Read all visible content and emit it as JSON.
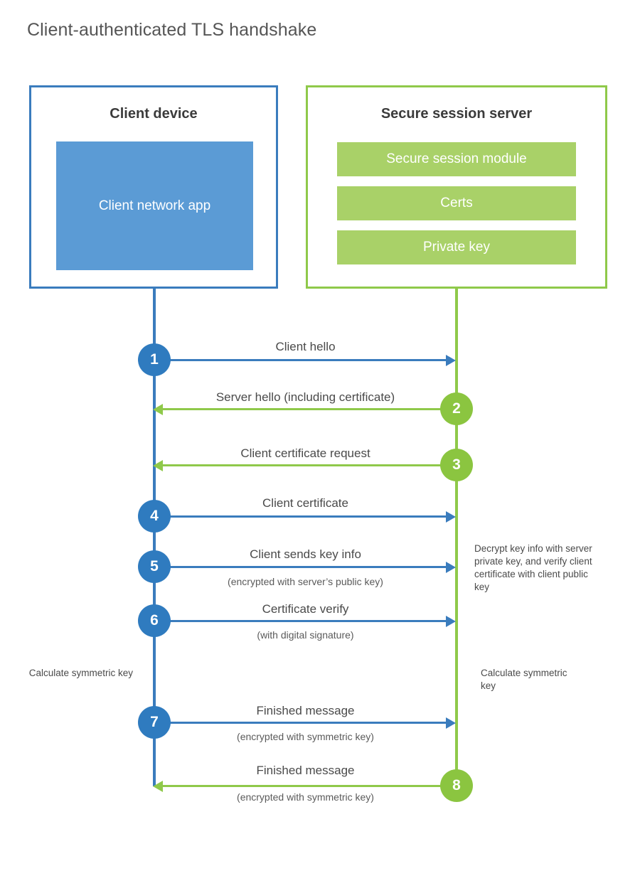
{
  "title": "Client-authenticated TLS handshake",
  "colors": {
    "client_blue": "#3a7cbd",
    "client_app_fill": "#5b9bd5",
    "client_step": "#2f7bbf",
    "server_green": "#8fc94a",
    "server_module_fill": "#a9d168",
    "server_step": "#8bc540",
    "text": "#4a4a4a",
    "title_text": "#555555",
    "background": "#ffffff"
  },
  "client": {
    "title": "Client device",
    "app_label": "Client network app"
  },
  "server": {
    "title": "Secure session server",
    "modules": [
      {
        "label": "Secure session module"
      },
      {
        "label": "Certs"
      },
      {
        "label": "Private key"
      }
    ]
  },
  "notes": {
    "server_decrypt": "Decrypt key info with server private key, and verify client certificate with client public key",
    "client_calculate": "Calculate symmetric key",
    "server_calculate": "Calculate symmetric key"
  },
  "steps": [
    {
      "number": "1",
      "label": "Client hello",
      "sub": "",
      "direction": "client-to-server",
      "color": "blue"
    },
    {
      "number": "2",
      "label": "Server hello (including certificate)",
      "sub": "",
      "direction": "server-to-client",
      "color": "green"
    },
    {
      "number": "3",
      "label": "Client certificate request",
      "sub": "",
      "direction": "server-to-client",
      "color": "green"
    },
    {
      "number": "4",
      "label": "Client certificate",
      "sub": "",
      "direction": "client-to-server",
      "color": "blue"
    },
    {
      "number": "5",
      "label": "Client sends key info",
      "sub": "(encrypted with server’s public key)",
      "direction": "client-to-server",
      "color": "blue"
    },
    {
      "number": "6",
      "label": "Certificate verify",
      "sub": "(with digital signature)",
      "direction": "client-to-server",
      "color": "blue"
    },
    {
      "number": "7",
      "label": "Finished message",
      "sub": "(encrypted with symmetric key)",
      "direction": "client-to-server",
      "color": "blue"
    },
    {
      "number": "8",
      "label": "Finished message",
      "sub": "(encrypted with symmetric key)",
      "direction": "server-to-client",
      "color": "green"
    }
  ]
}
